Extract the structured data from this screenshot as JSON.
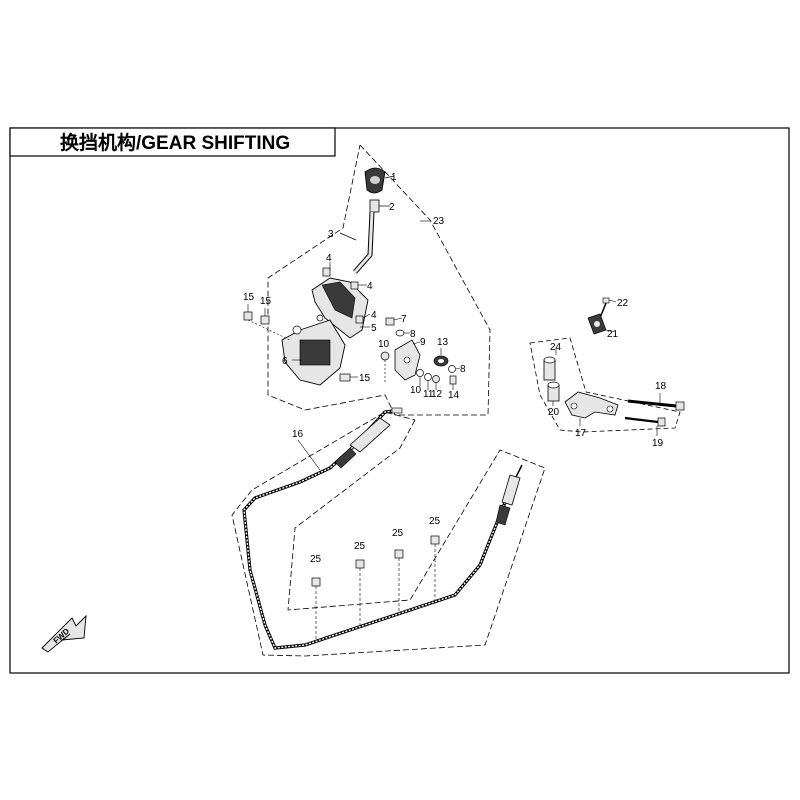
{
  "title": "换挡机构/GEAR SHIFTING",
  "fwd_label": "FWD",
  "callouts": [
    "1",
    "2",
    "3",
    "4",
    "4",
    "4",
    "5",
    "6",
    "7",
    "8",
    "8",
    "9",
    "10",
    "10",
    "11",
    "12",
    "13",
    "14",
    "15",
    "15",
    "15",
    "16",
    "17",
    "18",
    "19",
    "20",
    "21",
    "22",
    "23",
    "24",
    "25",
    "25",
    "25",
    "25"
  ],
  "colors": {
    "line": "#000000",
    "part_fill": "#e6e6e6",
    "part_dark": "#3a3a3a"
  }
}
